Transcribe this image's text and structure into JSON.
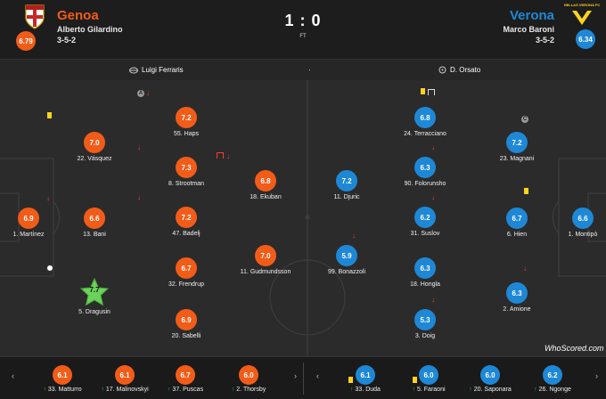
{
  "match": {
    "home": {
      "name": "Genoa",
      "coach": "Alberto Gilardino",
      "formation": "3-5-2",
      "rating": "6.79",
      "color": "#f25c19"
    },
    "away": {
      "name": "Verona",
      "coach": "Marco Baroni",
      "formation": "3-5-2",
      "rating": "6.34",
      "color": "#1e88d6",
      "crest_text": "HELLAS VERONA FC"
    },
    "score": "1 : 0",
    "status": "FT"
  },
  "info": {
    "stadium": "Luigi Ferraris",
    "separator": "·",
    "referee": "D. Orsato",
    "stadium_icon": "stadium-icon",
    "referee_icon": "whistle-icon"
  },
  "home_players": [
    {
      "num": "1.",
      "name": "Martínez",
      "rating": "6.9"
    },
    {
      "num": "13.",
      "name": "Bani",
      "rating": "6.6",
      "sub_off": true
    },
    {
      "num": "5.",
      "name": "Dragusin",
      "rating": "7.7",
      "motm": true,
      "goal": true
    },
    {
      "num": "22.",
      "name": "Vásquez",
      "rating": "7.0",
      "yellow": true
    },
    {
      "num": "55.",
      "name": "Haps",
      "rating": "7.2",
      "captain": true,
      "sub_off": true
    },
    {
      "num": "8.",
      "name": "Strootman",
      "rating": "7.3",
      "sub_off": true
    },
    {
      "num": "47.",
      "name": "Badelj",
      "rating": "7.2",
      "sub_off": true
    },
    {
      "num": "32.",
      "name": "Frendrup",
      "rating": "6.7"
    },
    {
      "num": "20.",
      "name": "Sabelli",
      "rating": "6.9"
    },
    {
      "num": "18.",
      "name": "Ekuban",
      "rating": "6.8",
      "boot": true,
      "sub_off": true
    },
    {
      "num": "11.",
      "name": "Gudmundsson",
      "rating": "7.0"
    }
  ],
  "away_players": [
    {
      "num": "11.",
      "name": "Djuric",
      "rating": "7.2"
    },
    {
      "num": "99.",
      "name": "Bonazzoli",
      "rating": "5.9",
      "sub_off": true
    },
    {
      "num": "24.",
      "name": "Terracciano",
      "rating": "6.8",
      "yellow": true,
      "boot": true
    },
    {
      "num": "90.",
      "name": "Folorunsho",
      "rating": "6.3",
      "sub_off": true
    },
    {
      "num": "31.",
      "name": "Suslov",
      "rating": "6.2",
      "sub_off": true
    },
    {
      "num": "18.",
      "name": "Hongla",
      "rating": "6.3"
    },
    {
      "num": "3.",
      "name": "Doig",
      "rating": "5.3",
      "sub_off": true
    },
    {
      "num": "23.",
      "name": "Magnani",
      "rating": "7.2",
      "captain": true
    },
    {
      "num": "6.",
      "name": "Hien",
      "rating": "6.7",
      "yellow": true
    },
    {
      "num": "2.",
      "name": "Amione",
      "rating": "6.3",
      "sub_off": true
    },
    {
      "num": "1.",
      "name": "Montipò",
      "rating": "6.6"
    }
  ],
  "home_subs": [
    {
      "num": "33.",
      "name": "Matturro",
      "rating": "6.1"
    },
    {
      "num": "17.",
      "name": "Malinovskyi",
      "rating": "6.1"
    },
    {
      "num": "37.",
      "name": "Puscas",
      "rating": "6.7"
    },
    {
      "num": "2.",
      "name": "Thorsby",
      "rating": "6.0"
    }
  ],
  "away_subs": [
    {
      "num": "33.",
      "name": "Duda",
      "rating": "6.1",
      "yellow": true
    },
    {
      "num": "5.",
      "name": "Faraoni",
      "rating": "6.0",
      "yellow": true
    },
    {
      "num": "20.",
      "name": "Saponara",
      "rating": "6.0"
    },
    {
      "num": "26.",
      "name": "Ngonge",
      "rating": "6.2"
    }
  ],
  "watermark": "WhoScored.com",
  "nav": {
    "prev": "‹",
    "next": "›"
  }
}
